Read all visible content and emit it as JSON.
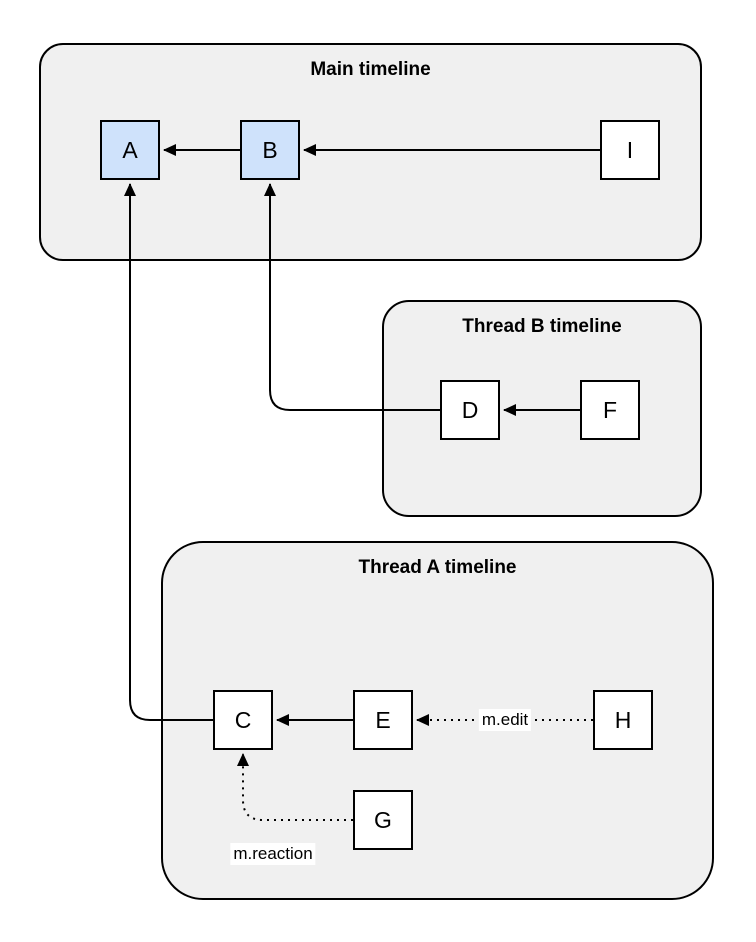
{
  "containers": [
    {
      "id": "main",
      "title": "Main timeline"
    },
    {
      "id": "thread_b",
      "title": "Thread B timeline"
    },
    {
      "id": "thread_a",
      "title": "Thread A timeline"
    }
  ],
  "nodes": [
    {
      "id": "A",
      "label": "A",
      "container": "Main timeline",
      "highlighted": true
    },
    {
      "id": "B",
      "label": "B",
      "container": "Main timeline",
      "highlighted": true
    },
    {
      "id": "I",
      "label": "I",
      "container": "Main timeline",
      "highlighted": false
    },
    {
      "id": "D",
      "label": "D",
      "container": "Thread B timeline",
      "highlighted": false
    },
    {
      "id": "F",
      "label": "F",
      "container": "Thread B timeline",
      "highlighted": false
    },
    {
      "id": "C",
      "label": "C",
      "container": "Thread A timeline",
      "highlighted": false
    },
    {
      "id": "E",
      "label": "E",
      "container": "Thread A timeline",
      "highlighted": false
    },
    {
      "id": "H",
      "label": "H",
      "container": "Thread A timeline",
      "highlighted": false
    },
    {
      "id": "G",
      "label": "G",
      "container": "Thread A timeline",
      "highlighted": false
    }
  ],
  "edges": [
    {
      "from": "B",
      "to": "A",
      "style": "solid",
      "label": ""
    },
    {
      "from": "I",
      "to": "B",
      "style": "solid",
      "label": ""
    },
    {
      "from": "F",
      "to": "D",
      "style": "solid",
      "label": ""
    },
    {
      "from": "D",
      "to": "B",
      "style": "solid",
      "label": ""
    },
    {
      "from": "E",
      "to": "C",
      "style": "solid",
      "label": ""
    },
    {
      "from": "C",
      "to": "A",
      "style": "solid",
      "label": ""
    },
    {
      "from": "H",
      "to": "E",
      "style": "dotted",
      "label": "m.edit"
    },
    {
      "from": "G",
      "to": "C",
      "style": "dotted",
      "label": "m.reaction"
    }
  ],
  "colors": {
    "container_fill": "#f0f0f0",
    "highlight_node_fill": "#cfe2fb",
    "node_fill": "#ffffff",
    "stroke": "#000000",
    "background": "#ffffff"
  }
}
